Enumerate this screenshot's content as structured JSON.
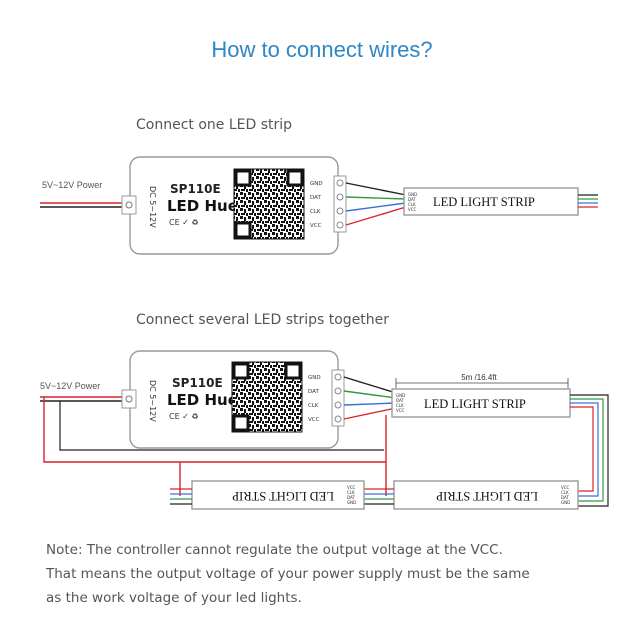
{
  "title": "How to connect wires?",
  "section_one": "Connect one LED strip",
  "section_several": "Connect several LED strips together",
  "controller": {
    "model": "SP110E",
    "app": "LED Hue",
    "input_label": "DC 5~12V",
    "marks": "CE ✓ ♻",
    "pins": [
      "GND",
      "DAT",
      "CLK",
      "VCC"
    ]
  },
  "power_label": "5V~12V Power",
  "strip": {
    "label": "LED LIGHT STRIP",
    "pins": [
      "GND",
      "DAT",
      "CLK",
      "VCC"
    ]
  },
  "length_label": "5m /16.4ft",
  "note_lines": [
    "Note:  The controller cannot regulate the output voltage at the VCC.",
    "That means the output voltage of your power supply must be the same",
    "as the work voltage of your led lights."
  ],
  "colors": {
    "title": "#2f86c6",
    "red_wire": "#d8242a",
    "green_wire": "#2f9b43",
    "blue_wire": "#3a6fd8",
    "black_wire": "#222222"
  }
}
